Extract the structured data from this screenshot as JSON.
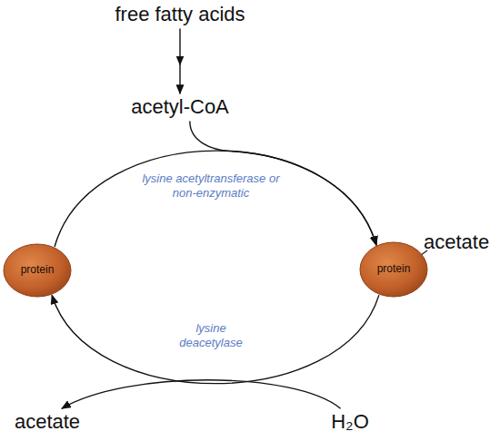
{
  "diagram": {
    "nodes": [
      {
        "text": [
          "free fatty acids"
        ]
      },
      {
        "text": [
          "acetyl-CoA"
        ]
      },
      {
        "text": [
          "protein"
        ]
      },
      {
        "text": [
          "protein",
          "acetate"
        ]
      },
      {
        "text": [
          "acetate"
        ]
      },
      {
        "text": [
          "H₂O"
        ]
      }
    ],
    "edges": [
      {
        "from": 0,
        "to": 1,
        "arrow": "to"
      },
      {
        "from": 2,
        "to": 3,
        "label": "lysine acetyltransferase or non-enzymatic",
        "arrow": "to"
      },
      {
        "from": 1,
        "to": 3,
        "arrow": "to"
      },
      {
        "from": 3,
        "to": 2,
        "label": "lysine deacetylase",
        "arrow": "to"
      },
      {
        "from": 5,
        "to": 4,
        "arrow": "to"
      }
    ]
  }
}
